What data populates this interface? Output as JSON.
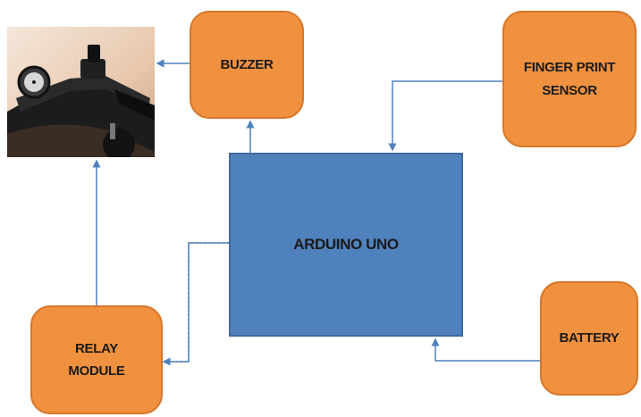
{
  "nodes": {
    "buzzer": "BUZZER",
    "fingerprint": "FINGER PRINT\nSENSOR",
    "arduino": "ARDUINO UNO",
    "relay": "RELAY\nMODULE",
    "battery": "BATTERY"
  },
  "image": {
    "subject": "motorcycle-handlebar"
  },
  "colors": {
    "orange_box": "#f0913f",
    "blue_box": "#4f81bd",
    "connector": "#4f81bd"
  }
}
